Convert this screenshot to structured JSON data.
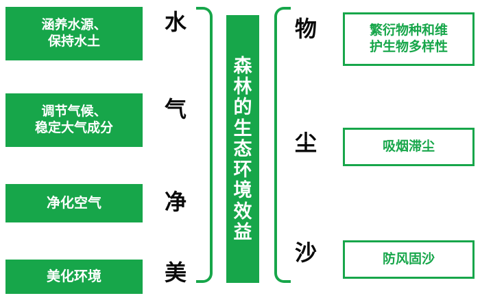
{
  "diagram": {
    "title": "森林的生态环境效益",
    "center": {
      "chars": [
        "森",
        "林",
        "的",
        "生",
        "态",
        "环",
        "境",
        "效",
        "益"
      ]
    },
    "left": {
      "boxes": [
        {
          "lines": [
            "涵养水源、",
            "保持水土"
          ]
        },
        {
          "lines": [
            "调节气候、",
            "稳定大气成分"
          ]
        },
        {
          "lines": [
            "净化空气"
          ]
        },
        {
          "lines": [
            "美化环境"
          ]
        }
      ],
      "chars": [
        "水",
        "气",
        "净",
        "美"
      ]
    },
    "right": {
      "chars": [
        "物",
        "尘",
        "沙"
      ],
      "boxes": [
        {
          "lines": [
            "繁衍物种和维",
            "护生物多样性"
          ]
        },
        {
          "lines": [
            "吸烟滞尘"
          ]
        },
        {
          "lines": [
            "防风固沙"
          ]
        }
      ]
    },
    "colors": {
      "green": "#17a64a",
      "text_dark": "#0a0a0a",
      "white": "#ffffff"
    }
  }
}
